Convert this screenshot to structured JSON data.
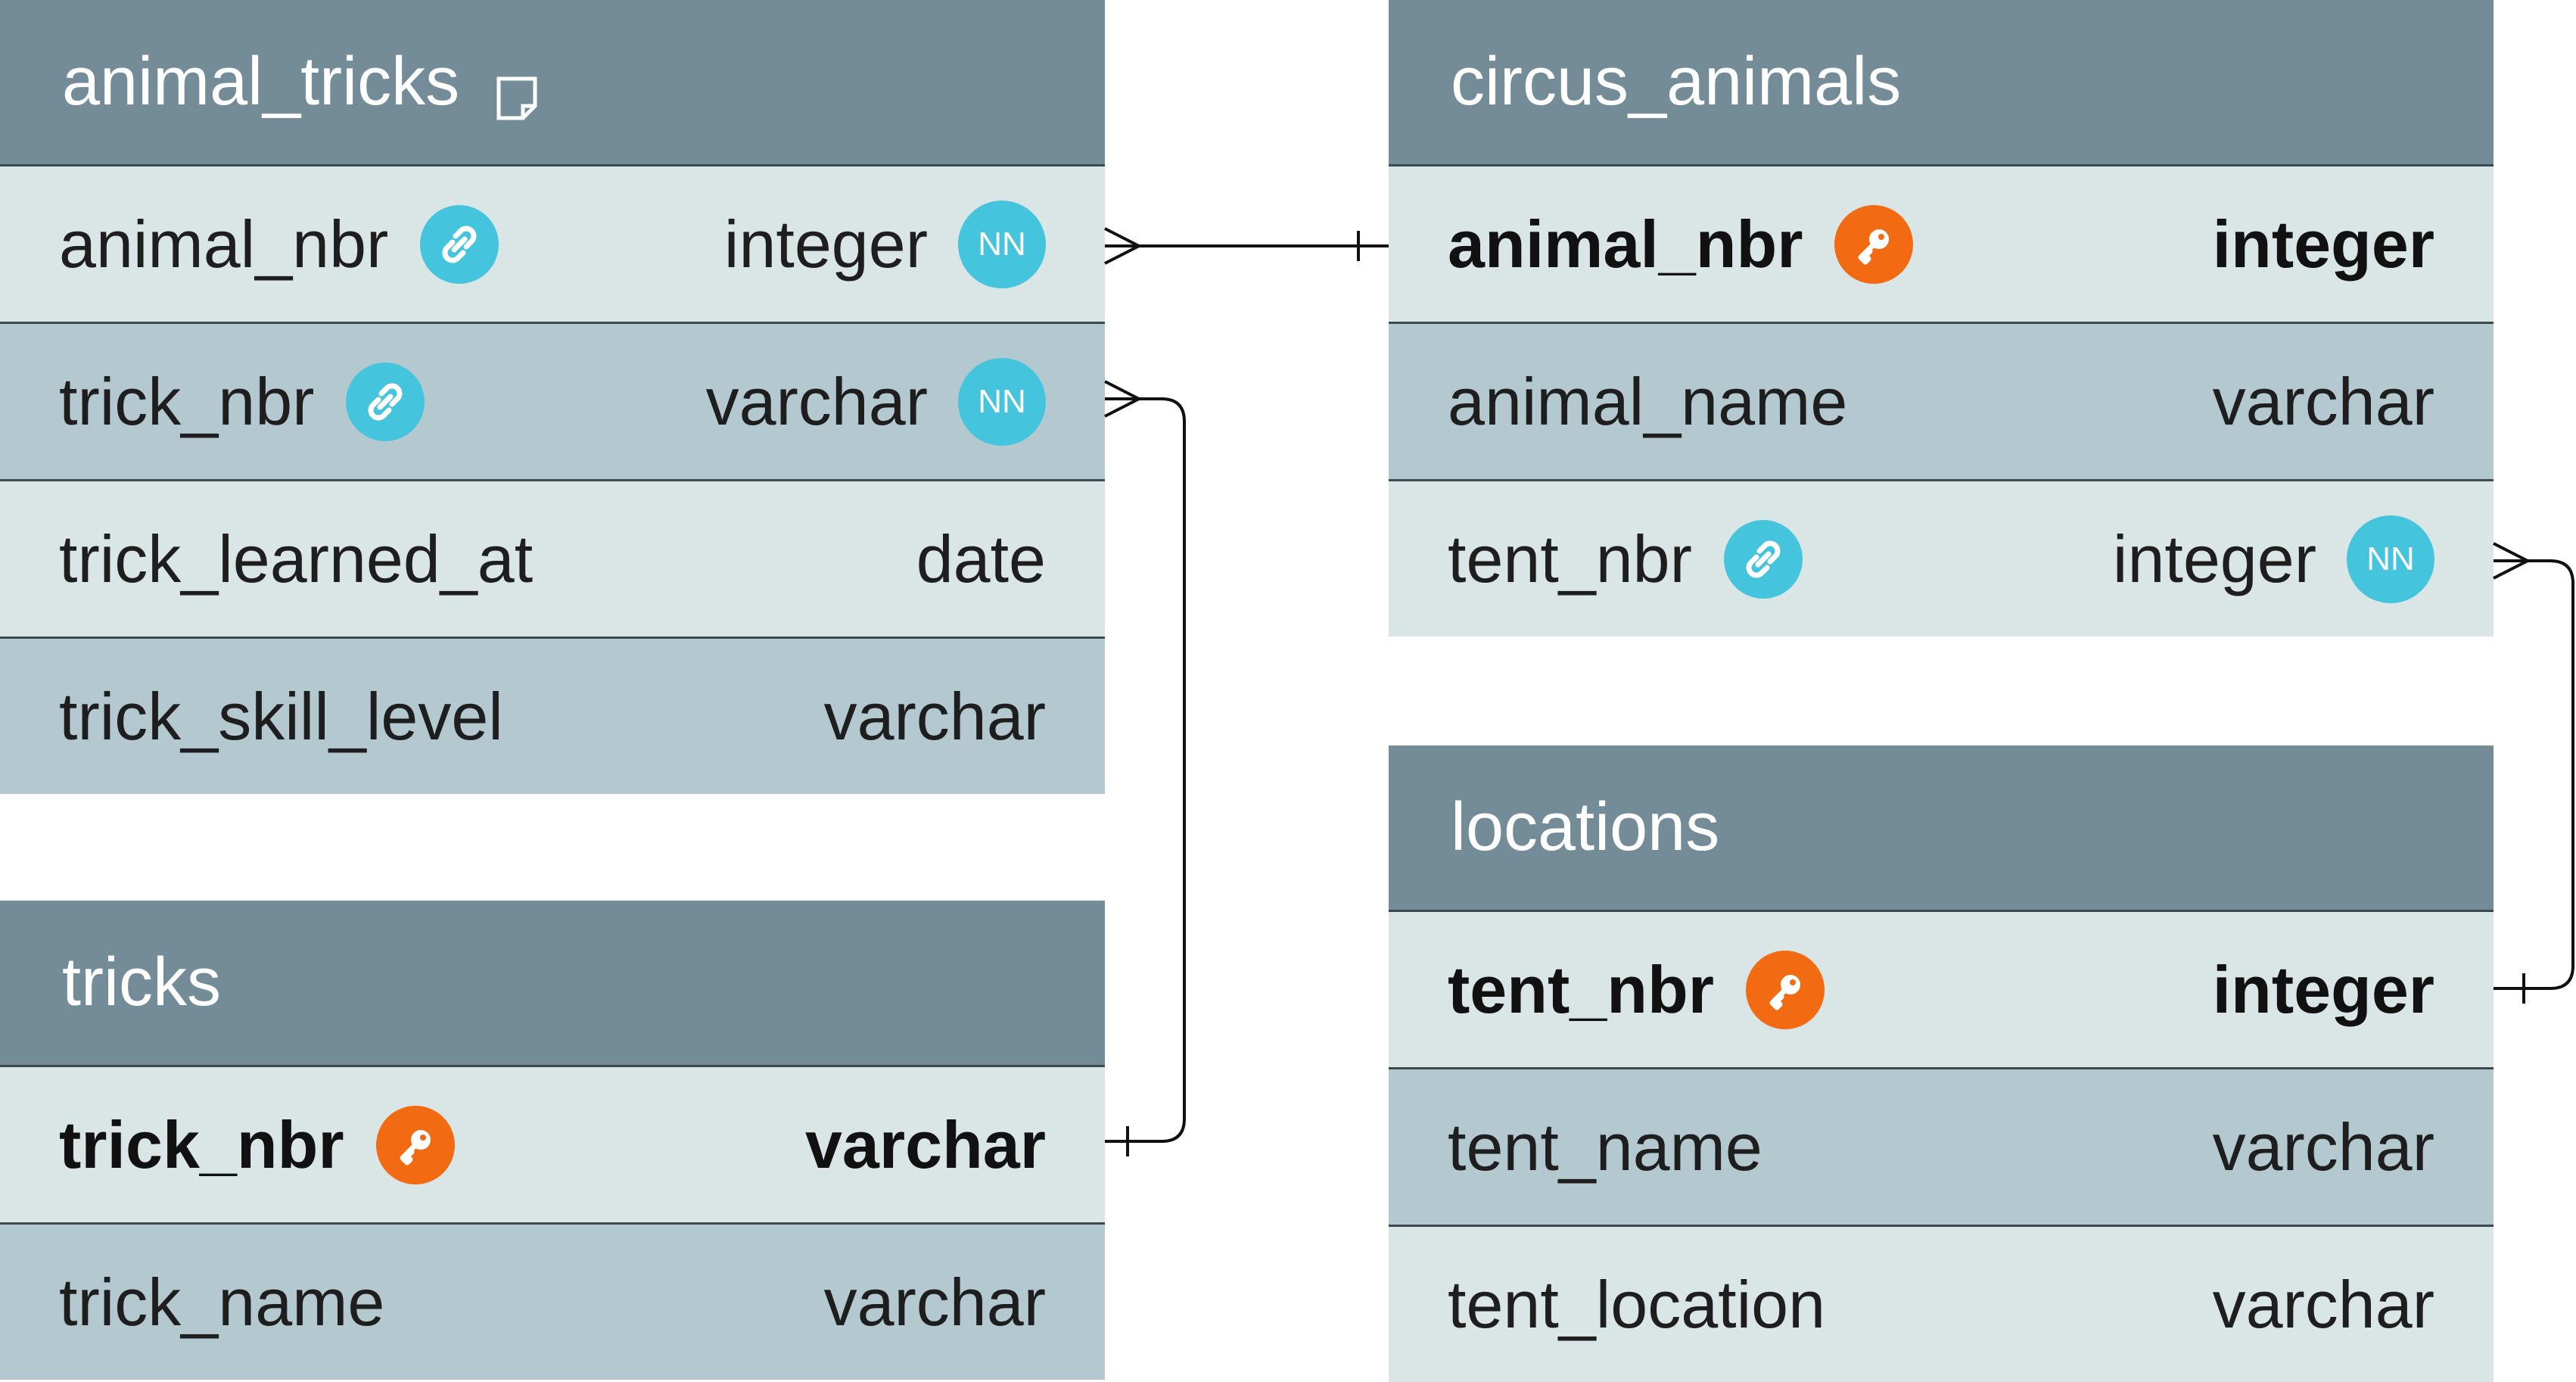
{
  "tables": {
    "animal_tricks": {
      "title": "animal_tricks",
      "rows": [
        {
          "name": "animal_nbr",
          "type": "integer",
          "fk": true,
          "nn": true
        },
        {
          "name": "trick_nbr",
          "type": "varchar",
          "fk": true,
          "nn": true
        },
        {
          "name": "trick_learned_at",
          "type": "date"
        },
        {
          "name": "trick_skill_level",
          "type": "varchar"
        }
      ]
    },
    "tricks": {
      "title": "tricks",
      "rows": [
        {
          "name": "trick_nbr",
          "type": "varchar",
          "pk": true
        },
        {
          "name": "trick_name",
          "type": "varchar"
        }
      ]
    },
    "circus_animals": {
      "title": "circus_animals",
      "rows": [
        {
          "name": "animal_nbr",
          "type": "integer",
          "pk": true
        },
        {
          "name": "animal_name",
          "type": "varchar"
        },
        {
          "name": "tent_nbr",
          "type": "integer",
          "fk": true,
          "nn": true
        }
      ]
    },
    "locations": {
      "title": "locations",
      "rows": [
        {
          "name": "tent_nbr",
          "type": "integer",
          "pk": true
        },
        {
          "name": "tent_name",
          "type": "varchar"
        },
        {
          "name": "tent_location",
          "type": "varchar"
        }
      ]
    }
  },
  "badges": {
    "nn_label": "NN"
  },
  "colors": {
    "header": "#738c98",
    "row_light": "#dae5e5",
    "row_dark": "#b3c9cf",
    "fk_badge": "#45c4dd",
    "pk_badge": "#f26a12",
    "nn_badge": "#45c4dd"
  },
  "icons": {
    "fk": "link-icon",
    "pk": "key-icon",
    "note": "note-icon"
  }
}
